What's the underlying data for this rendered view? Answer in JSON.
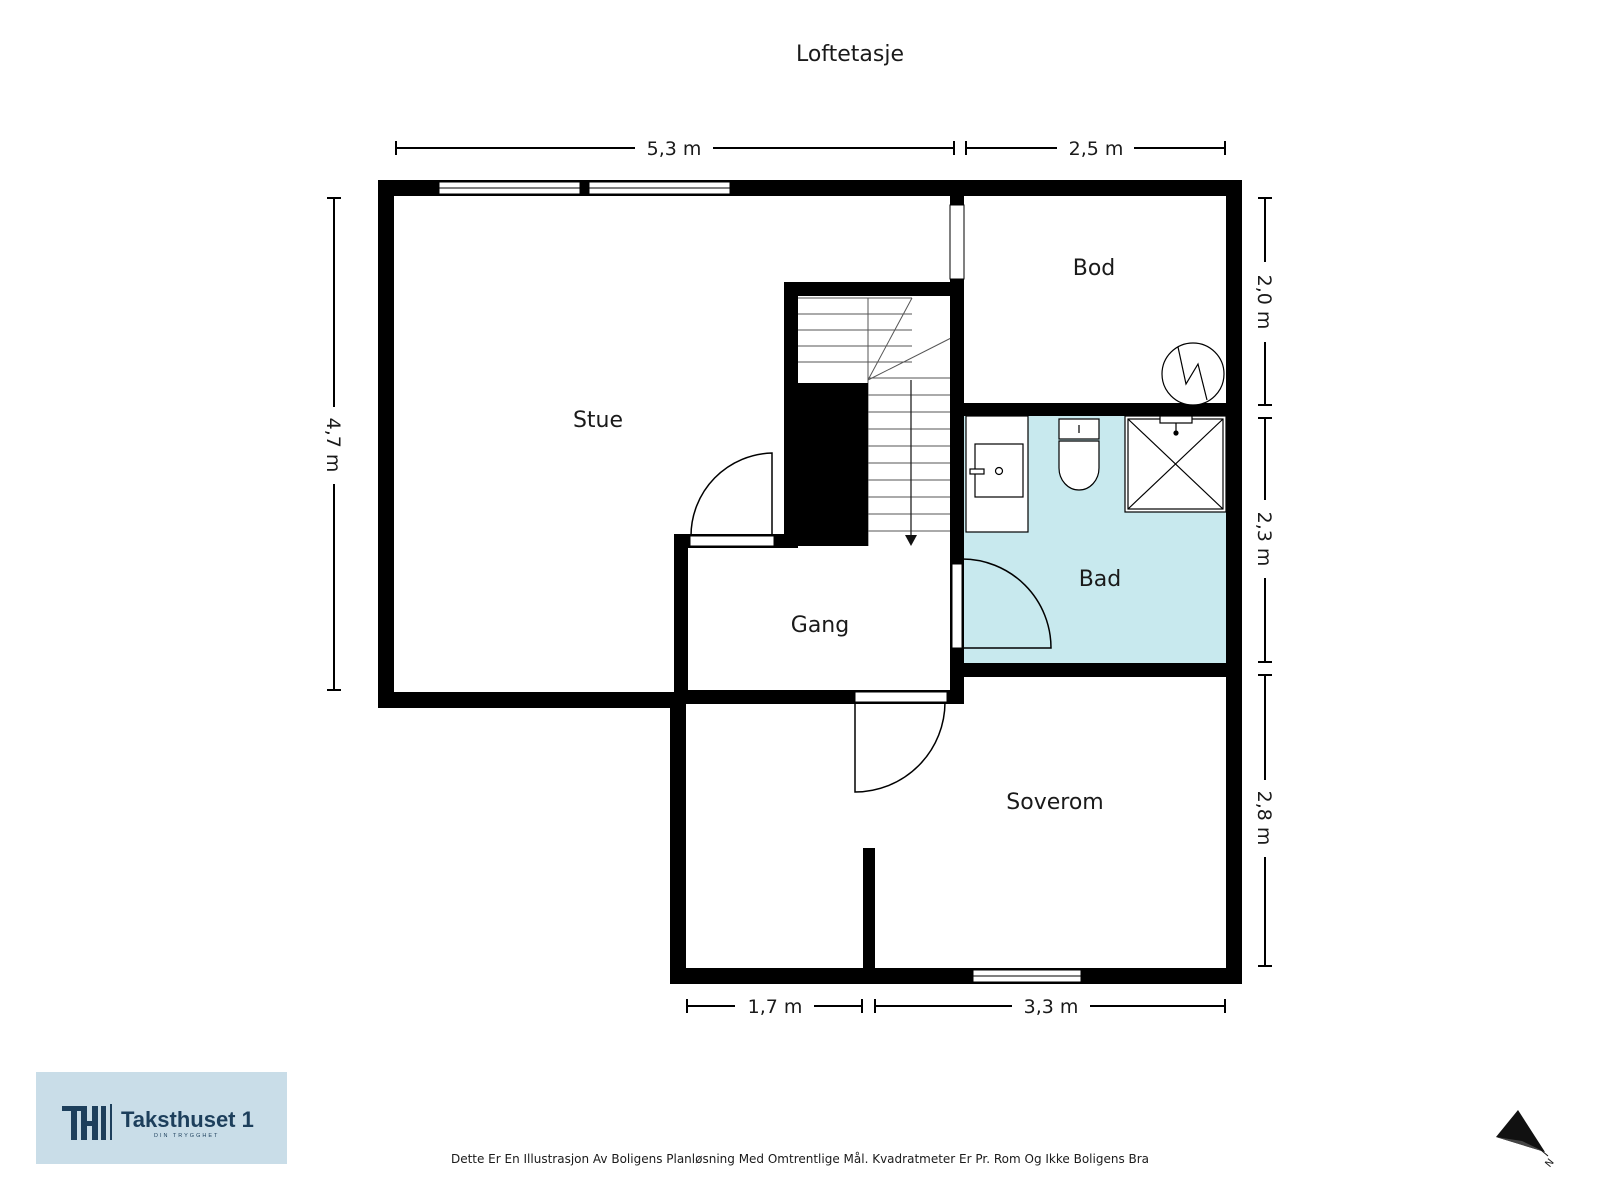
{
  "floor_title": "Loftetasje",
  "rooms": {
    "stue": "Stue",
    "bod": "Bod",
    "bad": "Bad",
    "gang": "Gang",
    "soverom": "Soverom"
  },
  "dimensions": {
    "top_left": "5,3 m",
    "top_right": "2,5 m",
    "left": "4,7 m",
    "right_top": "2,0 m",
    "right_middle": "2,3 m",
    "right_bottom": "2,8 m",
    "bottom_left": "1,7 m",
    "bottom_right": "3,3 m"
  },
  "disclaimer": "Dette Er En Illustrasjon Av Boligens Planløsning Med Omtrentlige Mål. Kvadratmeter Er Pr. Rom Og Ikke Boligens Bra",
  "logo": {
    "mark": "TH1",
    "name": "Taksthuset 1",
    "tagline": "DIN TRYGGHET"
  },
  "compass": {
    "label": "N"
  },
  "colors": {
    "wall": "#000000",
    "bathroom_fill": "#c8e9ee",
    "logo_bg": "#c9dde8",
    "logo_text": "#1d3f5c"
  }
}
